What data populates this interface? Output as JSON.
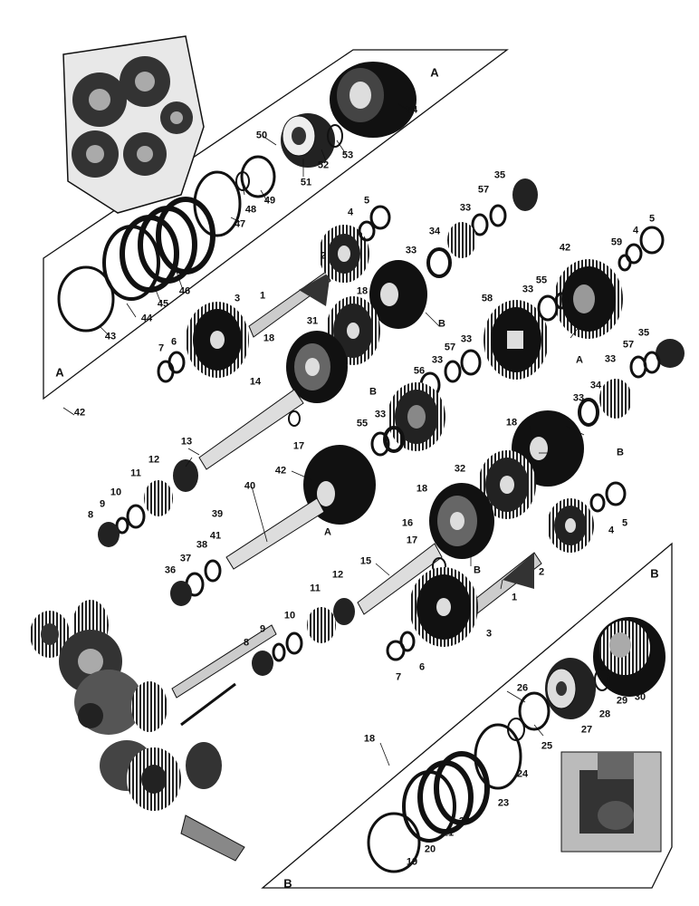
{
  "diagram": {
    "panel_labels": {
      "a_top": "A",
      "a_left": "A",
      "b_top": "B",
      "b_bottom": "B"
    },
    "callouts": [
      "1",
      "2",
      "3",
      "4",
      "5",
      "6",
      "7",
      "8",
      "9",
      "10",
      "11",
      "12",
      "13",
      "14",
      "15",
      "16",
      "17",
      "18",
      "19",
      "20",
      "21",
      "22",
      "23",
      "24",
      "25",
      "26",
      "27",
      "28",
      "29",
      "30",
      "31",
      "32",
      "33",
      "34",
      "35",
      "36",
      "37",
      "38",
      "39",
      "40",
      "41",
      "42",
      "43",
      "44",
      "45",
      "46",
      "47",
      "48",
      "49",
      "50",
      "51",
      "52",
      "53",
      "54",
      "55",
      "56",
      "57",
      "58",
      "59"
    ],
    "refs": {
      "A": "A",
      "B": "B"
    }
  }
}
